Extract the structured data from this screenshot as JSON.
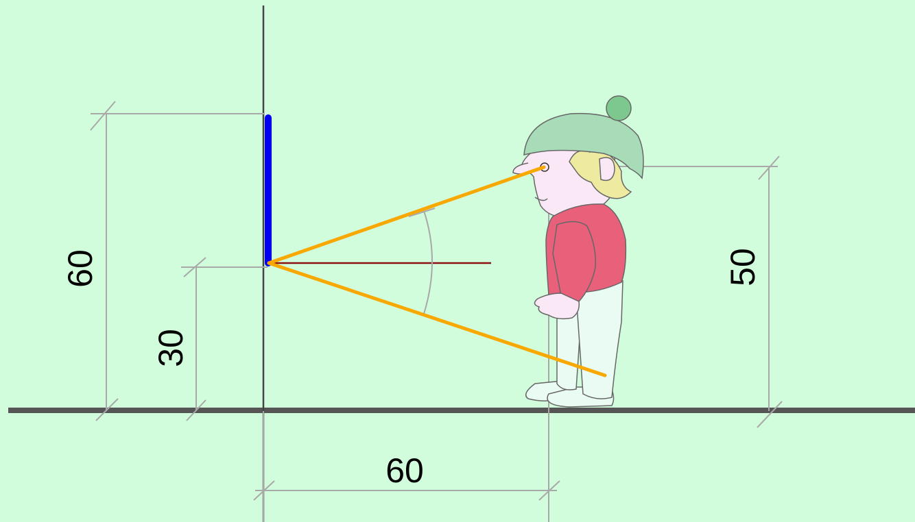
{
  "dimensions": {
    "wall_segment_top_height": "60",
    "wall_segment_bottom_height": "30",
    "child_eye_height": "50",
    "viewing_distance": "60"
  },
  "colors": {
    "background": "#d2fddc",
    "ground": "#555555",
    "wall": "#444444",
    "mirror": "#0000ee",
    "sight_lines": "#f8a800",
    "normal_line": "#8b1010",
    "dimension_lines": "#a8a8a8",
    "hat": "#a8dcb8",
    "pompom": "#7cc88e",
    "hair": "#eeeaa0",
    "sweater": "#e8607a",
    "pants": "#eafbf4",
    "skin": "#fbe8f6"
  }
}
